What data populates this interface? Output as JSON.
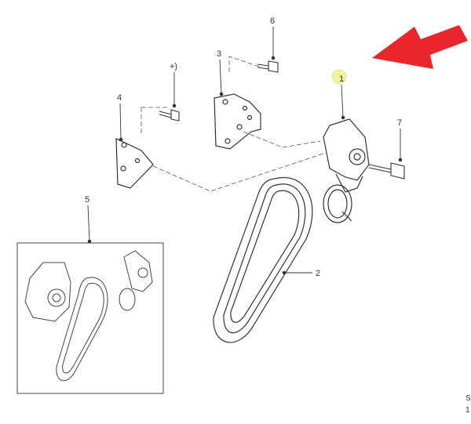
{
  "callouts": {
    "c1": "1",
    "c2": "2",
    "c3": "3",
    "c4": "4",
    "c5": "5",
    "c6": "6",
    "c7": "7",
    "c_plus": "+)"
  },
  "corner_text": {
    "line1": "S",
    "line2": "1"
  },
  "colors": {
    "arrow": "#e8262b",
    "highlight": "#f3f0a0",
    "line": "#444444"
  },
  "icons": [
    "red-arrow-icon"
  ]
}
